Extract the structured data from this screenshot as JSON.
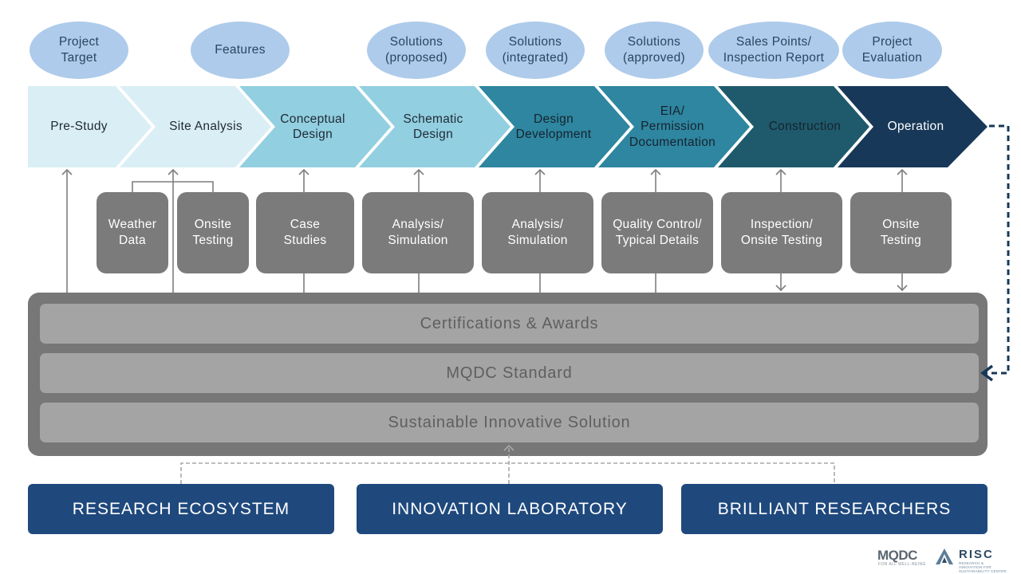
{
  "outputs": [
    {
      "label": "Project\nTarget"
    },
    {
      "label": "Features"
    },
    {
      "label": "Solutions\n(proposed)"
    },
    {
      "label": "Solutions\n(integrated)"
    },
    {
      "label": "Solutions\n(approved)"
    },
    {
      "label": "Sales Points/\nInspection Report"
    },
    {
      "label": "Project\nEvaluation"
    }
  ],
  "stages": [
    {
      "label": "Pre-Study",
      "color": "#daeef5",
      "text_color": "#1f2a36"
    },
    {
      "label": "Site Analysis",
      "color": "#daeef5",
      "text_color": "#1f2a36"
    },
    {
      "label": "Conceptual\nDesign",
      "color": "#92cfe0",
      "text_color": "#1f2a36"
    },
    {
      "label": "Schematic\nDesign",
      "color": "#92cfe0",
      "text_color": "#1f2a36"
    },
    {
      "label": "Design\nDevelopment",
      "color": "#2e86a0",
      "text_color": "#17232f"
    },
    {
      "label": "EIA/\nPermission\nDocumentation",
      "color": "#2e86a0",
      "text_color": "#17232f"
    },
    {
      "label": "Construction",
      "color": "#1f5a6c",
      "text_color": "#17232f"
    },
    {
      "label": "Operation",
      "color": "#173858",
      "text_color": "#ffffff"
    }
  ],
  "inputs": [
    {
      "label": "Weather\nData"
    },
    {
      "label": "Onsite\nTesting"
    },
    {
      "label": "Case\nStudies"
    },
    {
      "label": "Analysis/\nSimulation"
    },
    {
      "label": "Analysis/\nSimulation"
    },
    {
      "label": "Quality Control/\nTypical Details"
    },
    {
      "label": "Inspection/\nOnsite Testing"
    },
    {
      "label": "Onsite\nTesting"
    }
  ],
  "layers": [
    {
      "label": "Certifications & Awards"
    },
    {
      "label": "MQDC Standard"
    },
    {
      "label": "Sustainable Innovative Solution"
    }
  ],
  "pillars": [
    {
      "label": "RESEARCH ECOSYSTEM"
    },
    {
      "label": "INNOVATION LABORATORY"
    },
    {
      "label": "BRILLIANT RESEARCHERS"
    }
  ],
  "logos": {
    "mqdc": "MQDC",
    "mqdc_tagline": "FOR ALL WELL-BEING",
    "risc": "RISC",
    "risc_tagline": "RESEARCH & INNOVATION FOR SUSTAINABILITY CENTER"
  },
  "colors": {
    "ellipse": "#aecbeb",
    "input_box": "#7b7b7b",
    "platform": "#777777",
    "layer_bar": "#a4a4a4",
    "pillar": "#1f497d",
    "feedback_arrow": "#173858"
  }
}
